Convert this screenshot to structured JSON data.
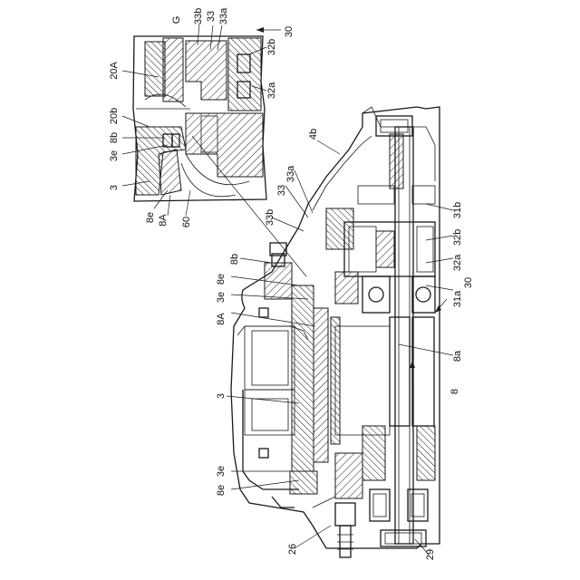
{
  "figure": {
    "labels": {
      "l30_top": "30",
      "lG": "G",
      "l33b_top": "33b",
      "l33_top": "33",
      "l33a_top": "33a",
      "l32b_top": "32b",
      "l32a_top": "32a",
      "l20A": "20A",
      "l20b": "20b",
      "l8b_inset": "8b",
      "l3e_inset": "3e",
      "l3_inset": "3",
      "l8e_inset": "8e",
      "l8A_inset": "8A",
      "l60": "60",
      "l4b": "4b",
      "l33a_main": "33a",
      "l33_main": "33",
      "l33b_main": "33b",
      "l8b_main": "8b",
      "l8e_mid": "8e",
      "l3e_mid": "3e",
      "l8A_mid": "8A",
      "l31b": "31b",
      "l32b_main": "32b",
      "l32a_main": "32a",
      "l31a": "31a",
      "l30_main": "30",
      "l8a": "8a",
      "l8": "8",
      "l3_main": "3",
      "l3e_low": "3e",
      "l8e_low": "8e",
      "l26": "26",
      "l29": "29"
    }
  },
  "colors": {
    "line": "#1a1a1a",
    "background": "#ffffff"
  }
}
